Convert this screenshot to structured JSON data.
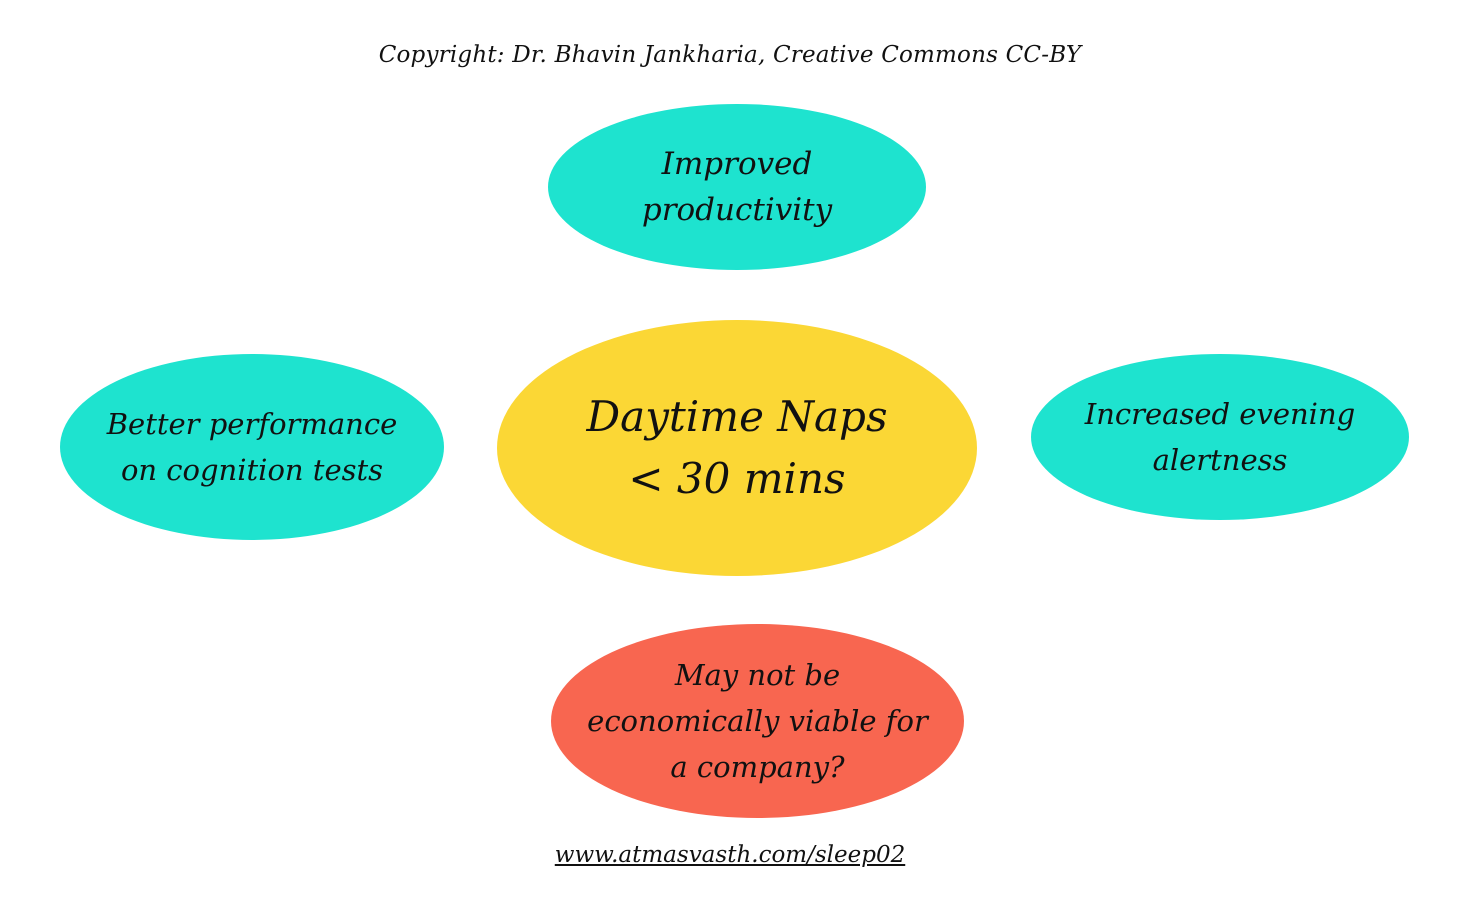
{
  "copyright": "Copyright: Dr. Bhavin Jankharia, Creative Commons CC-BY",
  "nodes": {
    "top": "Improved\nproductivity",
    "center": "Daytime Naps\n< 30 mins",
    "left": "Better performance\non cognition tests",
    "right": "Increased evening\nalertness",
    "bottom": "May not be\neconomically viable for\na company?"
  },
  "colors": {
    "benefit": "#1ee3cf",
    "central": "#fbd735",
    "caution": "#f86650"
  },
  "footer": {
    "link": "www.atmasvasth.com/sleep02"
  }
}
